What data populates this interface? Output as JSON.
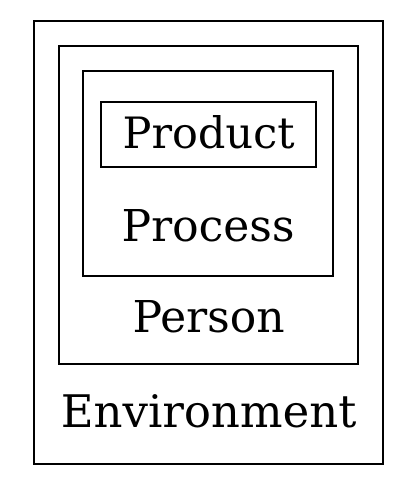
{
  "diagram": {
    "layers": [
      {
        "id": "environment",
        "label": "Environment"
      },
      {
        "id": "person",
        "label": "Person"
      },
      {
        "id": "process",
        "label": "Process"
      },
      {
        "id": "product",
        "label": "Product"
      }
    ]
  }
}
